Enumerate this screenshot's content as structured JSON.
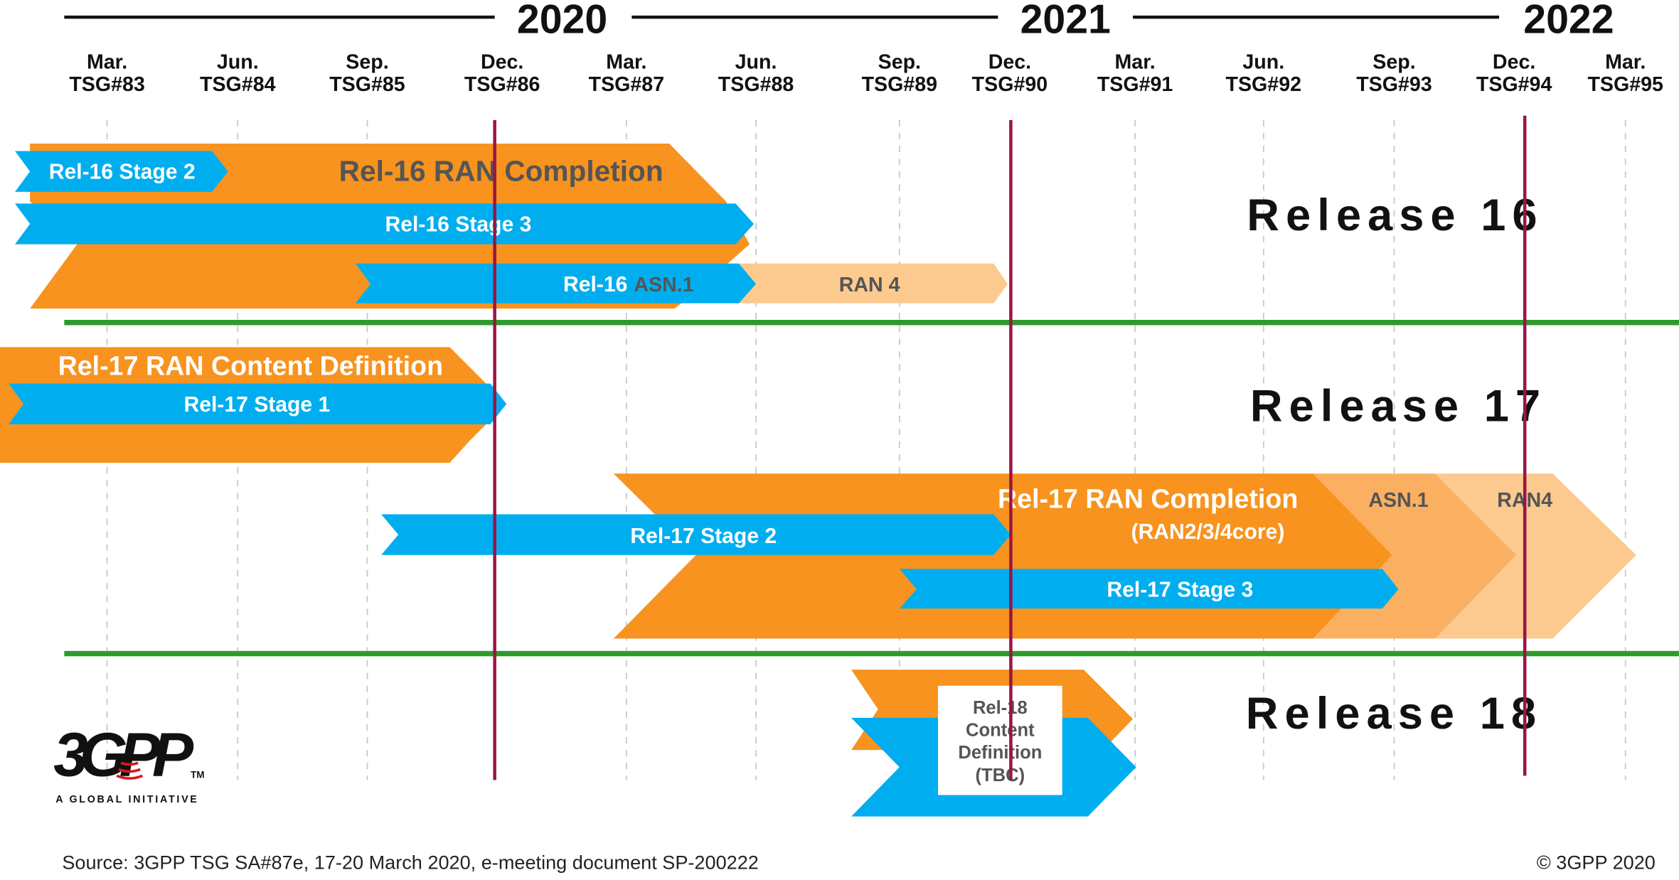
{
  "years": [
    "2020",
    "2021",
    "2022"
  ],
  "meetings": [
    {
      "month": "Mar.",
      "tsg": "TSG#83"
    },
    {
      "month": "Jun.",
      "tsg": "TSG#84"
    },
    {
      "month": "Sep.",
      "tsg": "TSG#85"
    },
    {
      "month": "Dec.",
      "tsg": "TSG#86"
    },
    {
      "month": "Mar.",
      "tsg": "TSG#87"
    },
    {
      "month": "Jun.",
      "tsg": "TSG#88"
    },
    {
      "month": "Sep.",
      "tsg": "TSG#89"
    },
    {
      "month": "Dec.",
      "tsg": "TSG#90"
    },
    {
      "month": "Mar.",
      "tsg": "TSG#91"
    },
    {
      "month": "Jun.",
      "tsg": "TSG#92"
    },
    {
      "month": "Sep.",
      "tsg": "TSG#93"
    },
    {
      "month": "Dec.",
      "tsg": "TSG#94"
    },
    {
      "month": "Mar.",
      "tsg": "TSG#95"
    }
  ],
  "releases": {
    "r16": "Release 16",
    "r17": "Release 17",
    "r18": "Release 18"
  },
  "bars": {
    "rel16_ran_completion": "Rel-16 RAN Completion",
    "rel16_stage2": "Rel-16 Stage 2",
    "rel16_stage3": "Rel-16 Stage 3",
    "rel16_asn1_a": "Rel-16",
    "rel16_asn1_b": "ASN.1",
    "rel16_ran4": "RAN 4",
    "rel17_content_def": "Rel-17 RAN Content Definition",
    "rel17_stage1": "Rel-17 Stage 1",
    "rel17_ran_completion": "Rel-17 RAN Completion",
    "rel17_ran_completion_sub": "(RAN2/3/4core)",
    "rel17_asn1": "ASN.1",
    "rel17_ran4": "RAN4",
    "rel17_stage2": "Rel-17 Stage 2",
    "rel17_stage3": "Rel-17 Stage 3",
    "rel18_box": [
      "Rel-18",
      "Content",
      "Definition",
      "(TBC)"
    ]
  },
  "logo": {
    "mark": "3GPP",
    "tm": "TM",
    "tagline": "A GLOBAL INITIATIVE"
  },
  "footer": {
    "source": "Source: 3GPP TSG SA#87e, 17-20 March 2020, e-meeting document SP-200222",
    "copyright": "© 3GPP 2020"
  },
  "colors": {
    "orange": "#f7931e",
    "blue": "#00aeef",
    "light_orange": "#fcc98f",
    "mid_orange": "#fbb061",
    "green": "#2e9a2e",
    "maroon": "#9b1446"
  }
}
